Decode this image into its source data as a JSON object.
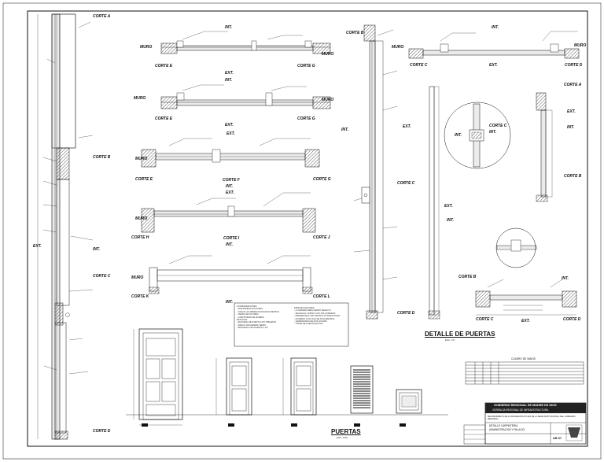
{
  "sheet": {
    "section_labels": {
      "corte_a": "CORTE A",
      "corte_b": "CORTE B",
      "corte_c": "CORTE C",
      "corte_d": "CORTE D",
      "corte_e": "CORTE E",
      "corte_f": "CORTE F",
      "corte_g": "CORTE G",
      "corte_h": "CORTE H",
      "corte_i": "CORTE I",
      "corte_j": "CORTE J",
      "corte_k": "CORTE K",
      "corte_l": "CORTE L"
    },
    "side_labels": {
      "int": "INT.",
      "ext": "EXT.",
      "muro": "MURO"
    },
    "titles": {
      "detalle": "DETALLE DE PUERTAS",
      "puertas": "PUERTAS",
      "escala_detalle": "ESC: 1/5",
      "escala_puertas": "ESC: 1/50"
    },
    "notes": {
      "col1": "CONSIDERACIONES:\n- VER ESPECIFICACIONES\n- TODAS LAS MEDIDAS ESTAN EN METROS\n- VERIFICAR EN OBRA\n- CARPINTERIA DE MADERA\nDETALLES:\n- ENCHAPE DE PUERTA CON TABLEROS\n- MARCO DE MADERA CEDRO\n- BISAGRAS CAPUCHINAS 3 1/2\"",
      "col2": "ESPECIFICACIONES:\n- LA MADERA SERA CEDRO SELECTO\n- SECADA AL HORNO CON 12% HUMEDAD\n- PRESERVADA CON PRODUCTO INSECTICIDA\n- ACABADO CON LACA DE POLIURETANO\n- CERRADURAS DE DOS GOLPES\n- TOPES DE PUERTA EN PISO"
    },
    "title_block": {
      "line1": "GOBIERNO REGIONAL DE MADRE DE DIOS",
      "line2": "GERENCIA REGIONAL DE INFRAESTRUCTURA",
      "project": "MEJORAMIENTO DE LA INFRAESTRUCTURA DE LA SEDE INSTITUCIONAL DEL GOBIERNO REGIONAL",
      "plan1": "DETALLE CARPINTERIA",
      "plan2": "ADMINISTRACION Y PALACIO",
      "sheet_number": "AR-07"
    },
    "schedule_title": "CUADRO DE VANOS",
    "colors": {
      "line": "#111111",
      "hatch": "#333333",
      "wall": "#555555",
      "title_block_band": "#222222"
    }
  }
}
